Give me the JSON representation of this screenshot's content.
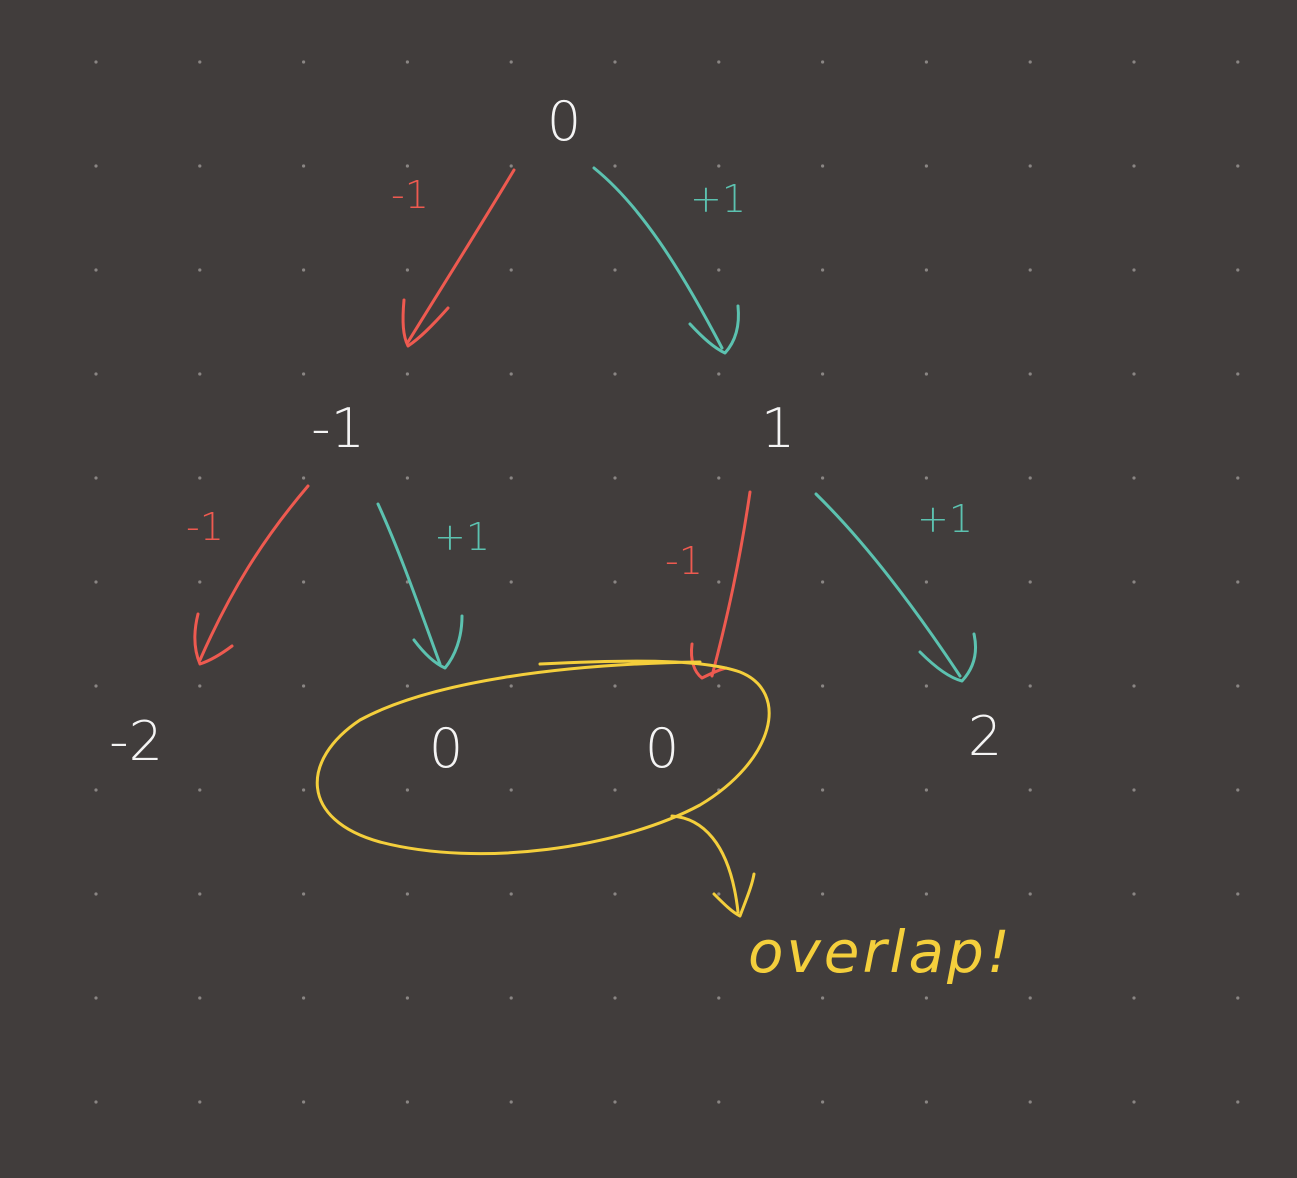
{
  "colors": {
    "background": "#413d3c",
    "grid_dot": "#8a8684",
    "node_text": "#f4f4f4",
    "minus_branch": "#ee5a50",
    "plus_branch": "#5cc2b0",
    "highlight": "#f4cf3c"
  },
  "nodes": [
    {
      "id": "root",
      "label": "0"
    },
    {
      "id": "l1-left",
      "label": "-1"
    },
    {
      "id": "l1-right",
      "label": "1"
    },
    {
      "id": "l2-a",
      "label": "-2"
    },
    {
      "id": "l2-b",
      "label": "0"
    },
    {
      "id": "l2-c",
      "label": "0"
    },
    {
      "id": "l2-d",
      "label": "2"
    }
  ],
  "edges": [
    {
      "id": "e-root-left",
      "from": "root",
      "to": "l1-left",
      "label": "-1",
      "sign": "minus"
    },
    {
      "id": "e-root-right",
      "from": "root",
      "to": "l1-right",
      "label": "+1",
      "sign": "plus"
    },
    {
      "id": "e-left-a",
      "from": "l1-left",
      "to": "l2-a",
      "label": "-1",
      "sign": "minus"
    },
    {
      "id": "e-left-b",
      "from": "l1-left",
      "to": "l2-b",
      "label": "+1",
      "sign": "plus"
    },
    {
      "id": "e-right-c",
      "from": "l1-right",
      "to": "l2-c",
      "label": "-1",
      "sign": "minus"
    },
    {
      "id": "e-right-d",
      "from": "l1-right",
      "to": "l2-d",
      "label": "+1",
      "sign": "plus"
    }
  ],
  "annotation": {
    "text": "overlap!",
    "highlighted_nodes": [
      "l2-b",
      "l2-c"
    ]
  }
}
